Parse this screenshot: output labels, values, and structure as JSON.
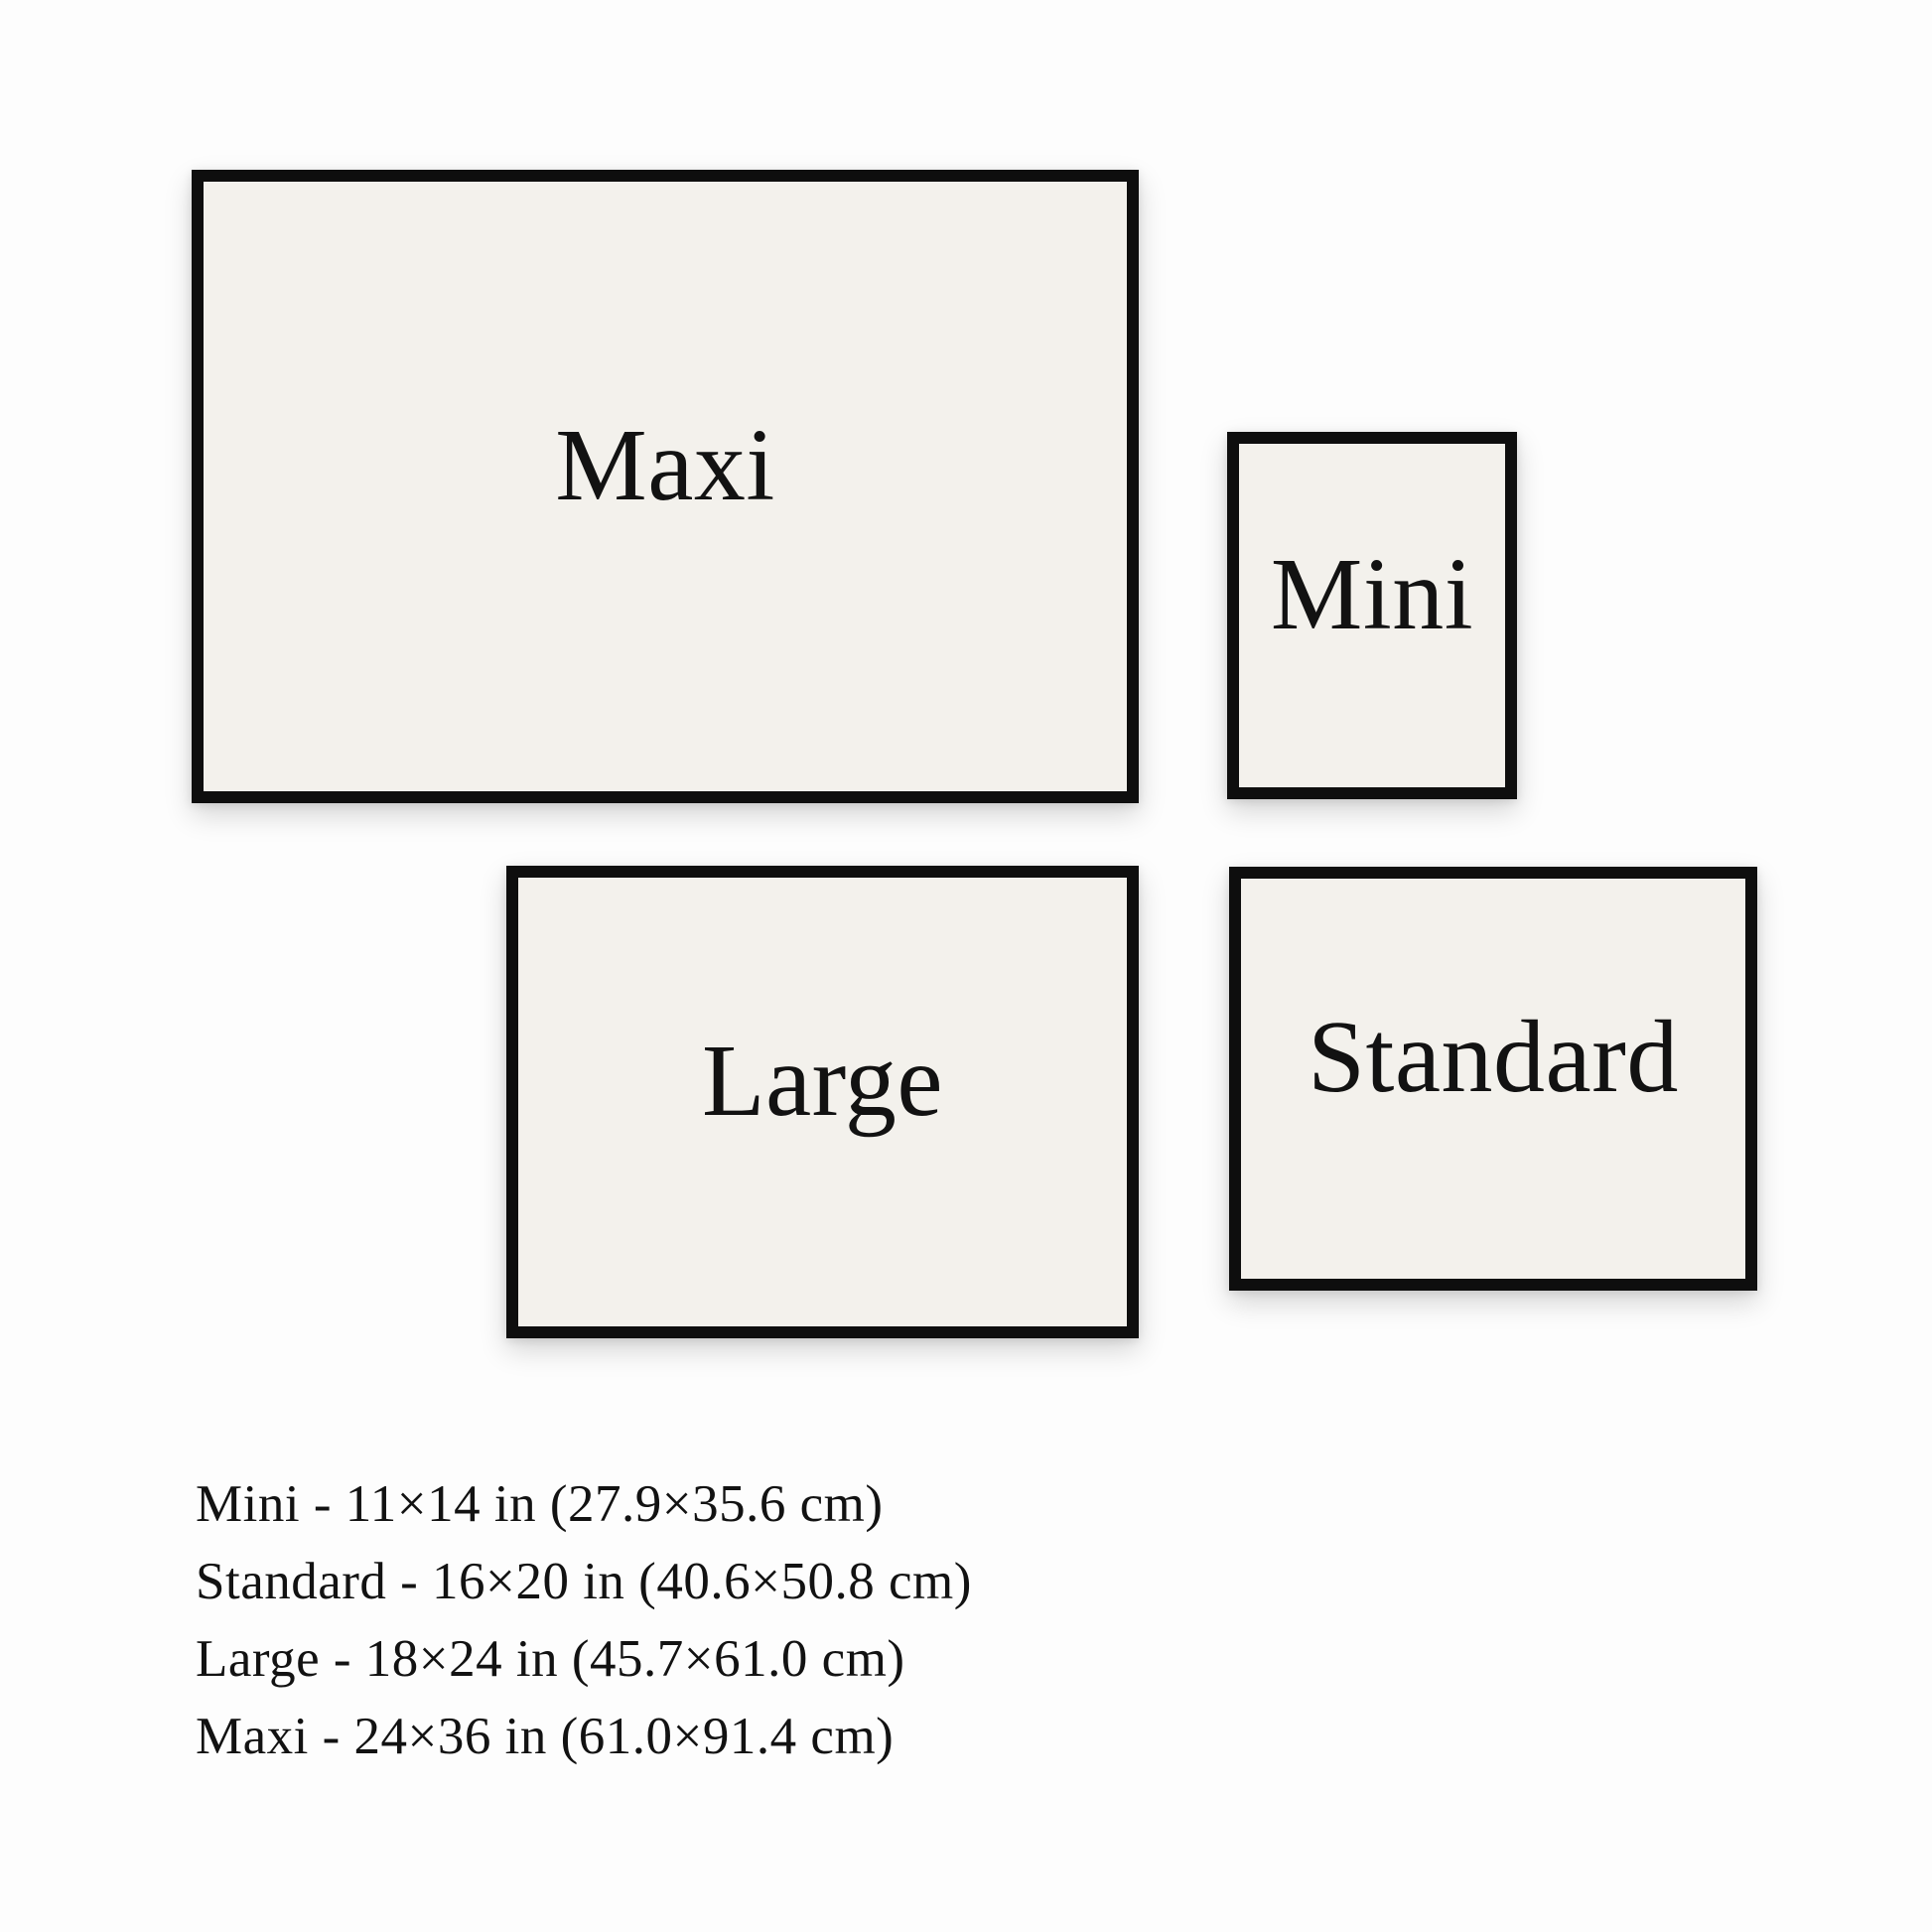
{
  "frames": [
    {
      "id": "maxi",
      "label": "Maxi"
    },
    {
      "id": "mini",
      "label": "Mini"
    },
    {
      "id": "large",
      "label": "Large"
    },
    {
      "id": "standard",
      "label": "Standard"
    }
  ],
  "legend": {
    "lines": [
      "Mini - 11×14 in (27.9×35.6 cm)",
      "Standard - 16×20 in (40.6×50.8 cm)",
      "Large - 18×24 in (45.7×61.0 cm)",
      "Maxi - 24×36 in (61.0×91.4 cm)"
    ]
  },
  "colors": {
    "background": "#fdfdfd",
    "frame-fill": "#f3f1ec",
    "frame-border": "#0e0e0e",
    "ink": "#121212"
  }
}
